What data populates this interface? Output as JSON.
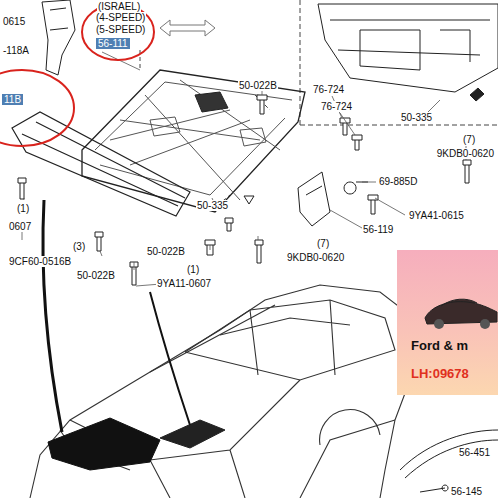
{
  "diagram": {
    "nodes": [
      {
        "text": [
          "Ford & m",
          "LH:09678"
        ]
      }
    ],
    "labels": [
      "(ISRAEL)",
      "(4-SPEED)",
      "0615",
      "(5-SPEED)",
      "56-111",
      "-118A",
      "50-022B",
      "76-724",
      "11B",
      "76-724",
      "50-335",
      "(7)",
      "9KDB0-0620",
      "69-885D",
      "50-335",
      "(1)",
      "9YA41-0615",
      "0607",
      "56-119",
      "(7)",
      "(3)",
      "50-022B",
      "9KDB0-0620",
      "9CF60-0516B",
      "(1)",
      "50-022B",
      "9YA11-0607",
      "56-451",
      "56-145"
    ]
  }
}
